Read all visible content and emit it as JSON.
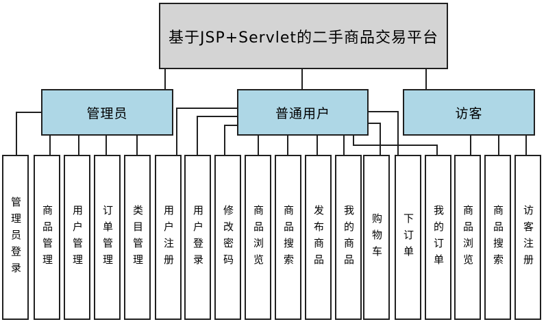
{
  "diagram": {
    "title": "基于JSP+Servlet的二手商品交易平台",
    "colors": {
      "title_fill": "#d4d4d4",
      "role_fill": "#aed7e6",
      "leaf_fill": "#ffffff",
      "border": "#1f1f1f",
      "line": "#1f1f1f"
    },
    "roles": [
      {
        "label": "管理员",
        "children": [
          "管理员登录",
          "商品管理",
          "用户管理",
          "订单管理",
          "类目管理"
        ]
      },
      {
        "label": "普通用户",
        "children": [
          "用户注册",
          "用户登录",
          "修改密码",
          "商品浏览",
          "商品搜索",
          "发布商品",
          "我的商品",
          "购物车",
          "下订单",
          "我的订单"
        ]
      },
      {
        "label": "访客",
        "children": [
          "商品浏览",
          "商品搜索",
          "访客注册"
        ]
      }
    ]
  }
}
